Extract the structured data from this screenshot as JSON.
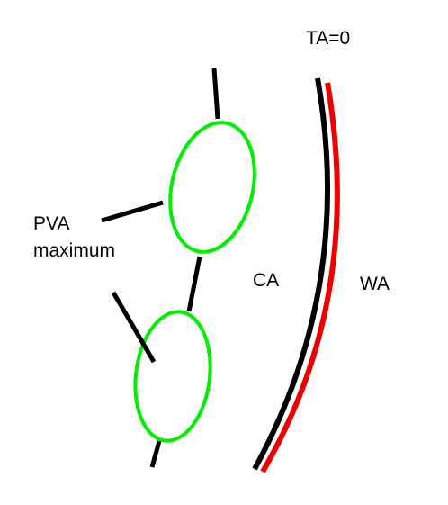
{
  "labels": {
    "ta": "TA=0",
    "pva_line1": "PVA",
    "pva_line2": "maximum",
    "ca": "CA",
    "wa": "WA"
  },
  "colors": {
    "ellipse": "#00ee00",
    "black_arc": "#000000",
    "red_arc": "#ee0000",
    "lines": "#000000"
  }
}
